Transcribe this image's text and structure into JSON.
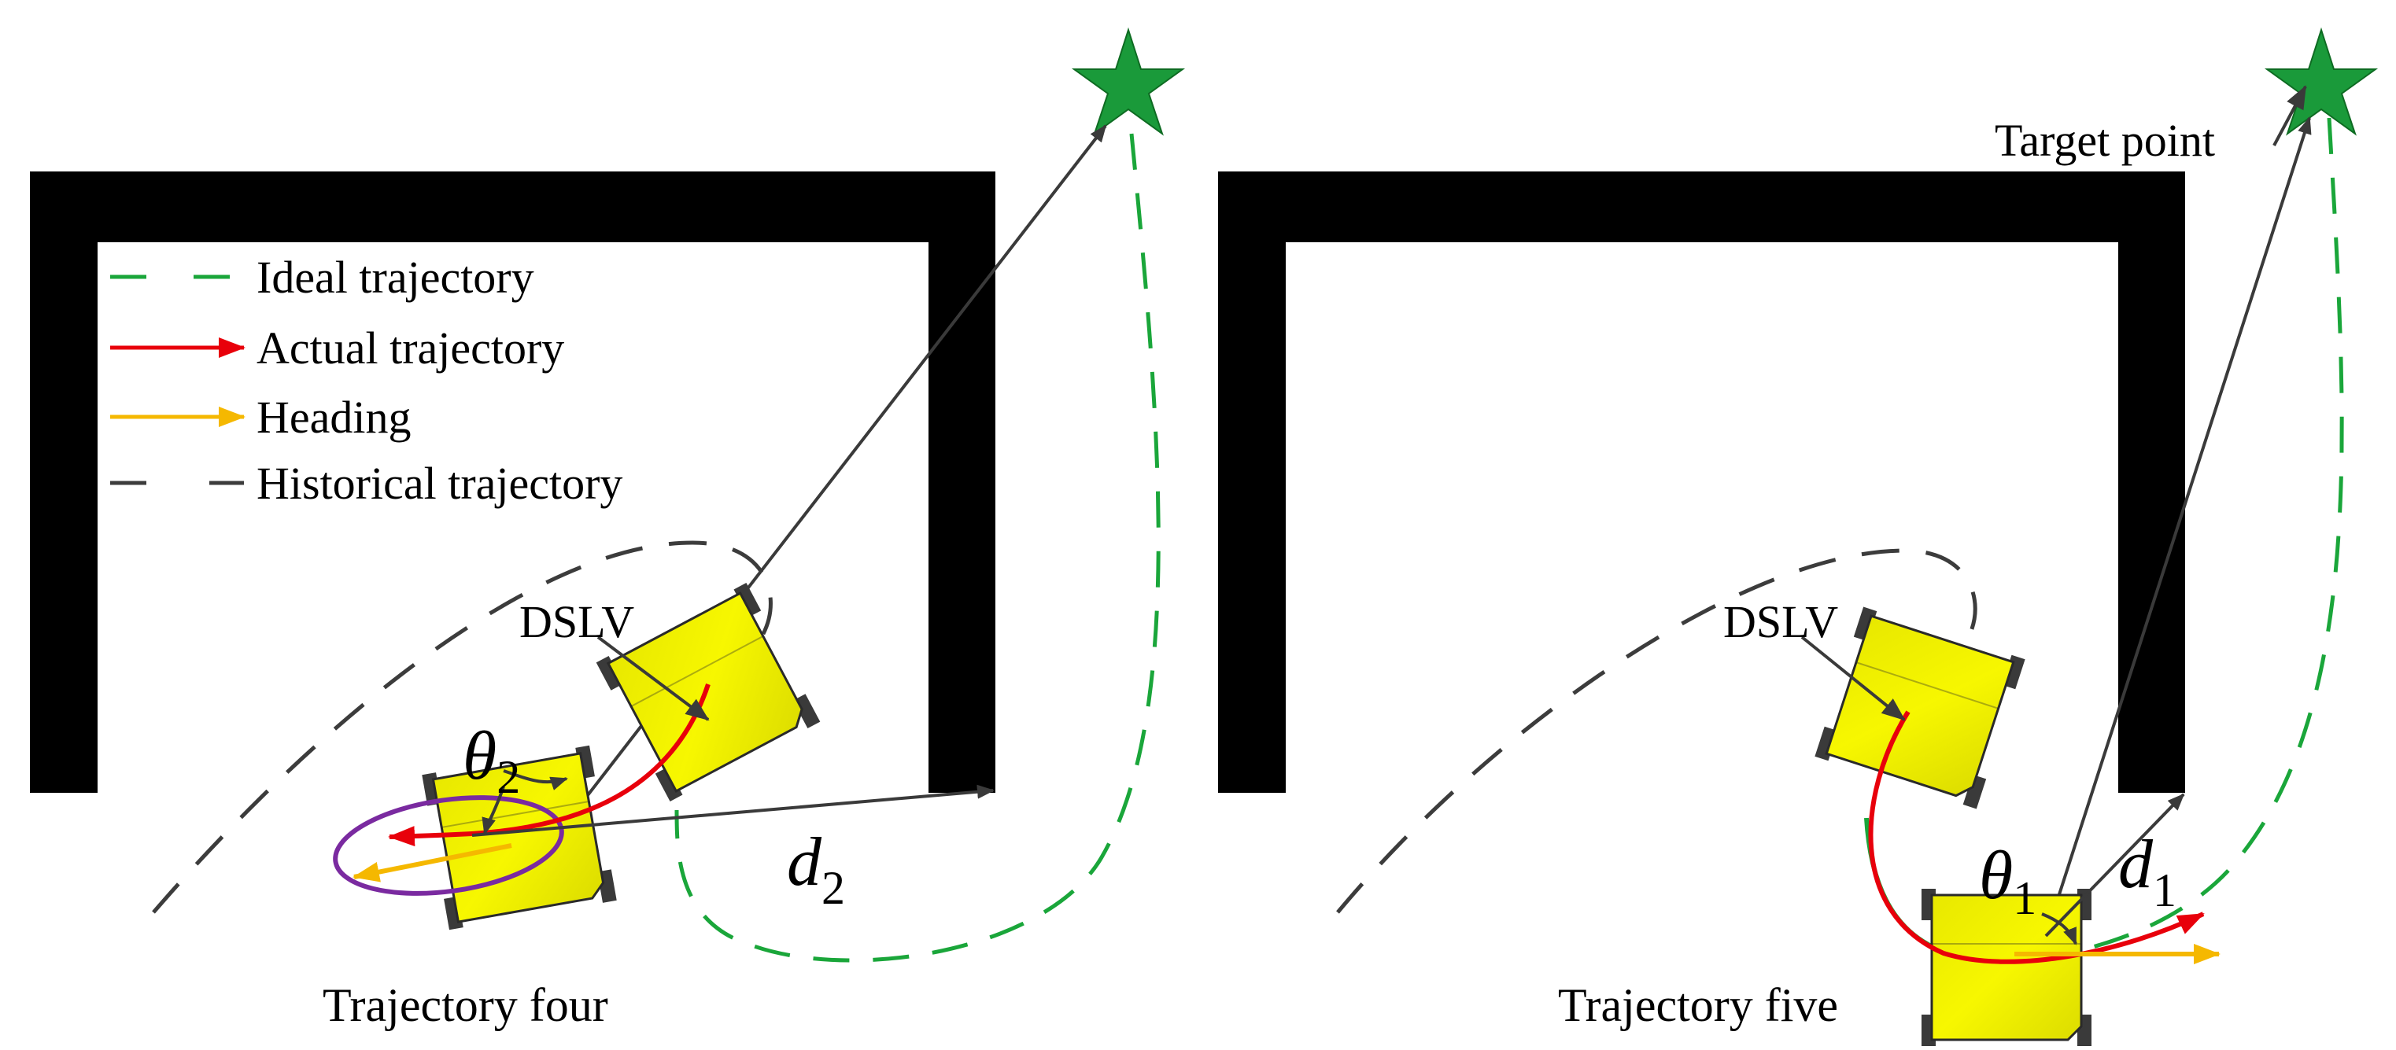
{
  "legend": {
    "ideal": "Ideal trajectory",
    "actual": "Actual trajectory",
    "heading": "Heading",
    "historical": "Historical trajectory"
  },
  "left_panel": {
    "caption": "Trajectory four",
    "vehicle_label": "DSLV",
    "angle_symbol": "θ",
    "angle_sub": "2",
    "distance_symbol": "d",
    "distance_sub": "2"
  },
  "right_panel": {
    "caption": "Trajectory five",
    "vehicle_label": "DSLV",
    "target_label": "Target point",
    "angle_symbol": "θ",
    "angle_sub": "1",
    "distance_symbol": "d",
    "distance_sub": "1"
  },
  "colors": {
    "wall": "#000000",
    "ideal": "#1aa63a",
    "actual": "#e8000b",
    "heading": "#f5b800",
    "historical": "#3c3c3c",
    "vehicle": "#f2f200",
    "vehicle_edge": "#2a2a2a",
    "target_star": "#1a9a3a",
    "highlight_ellipse": "#7a2aa0",
    "annotation": "#3a3a3a"
  },
  "icons": {
    "target": "star-icon",
    "vehicle": "vehicle-icon"
  }
}
